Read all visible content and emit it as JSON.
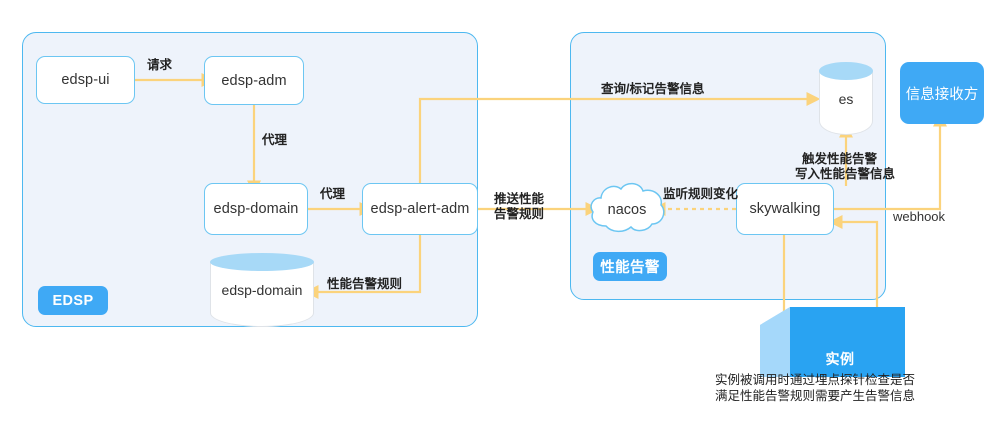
{
  "diagram": {
    "title": "EDSP performance alert architecture",
    "accent_blue": "#3fa9f5",
    "panel_fill": "#eef3fb",
    "panel_border": "#4db8f0",
    "arrow_color": "#fbd37c",
    "node_border": "#6cc6f2"
  },
  "panels": {
    "left": {
      "badge": "EDSP"
    },
    "right": {
      "badge": "性能告警"
    }
  },
  "nodes": {
    "edsp_ui": "edsp-ui",
    "edsp_adm": "edsp-adm",
    "edsp_domain_svc": "edsp-domain",
    "edsp_alert_adm": "edsp-alert-adm",
    "edsp_domain_db": "edsp-domain",
    "nacos": "nacos",
    "skywalking": "skywalking",
    "es": "es",
    "receiver": "信息接收方",
    "instance": "实例"
  },
  "edges": [
    {
      "id": "ui-to-adm",
      "label": "请求"
    },
    {
      "id": "adm-to-domain",
      "label": "代理"
    },
    {
      "id": "domain-to-alertadm",
      "label": "代理"
    },
    {
      "id": "alertadm-to-db",
      "label": "性能告警规则"
    },
    {
      "id": "alertadm-to-nacos",
      "label": "推送性能\n告警规则",
      "line1": "推送性能",
      "line2": "告警规则"
    },
    {
      "id": "alertadm-to-es",
      "label": "查询/标记告警信息"
    },
    {
      "id": "nacos-to-skywalking",
      "label": "监听规则变化",
      "style": "dashed"
    },
    {
      "id": "skywalking-to-es",
      "label": "触发性能告警\n写入性能告警信息",
      "line1": "触发性能告警",
      "line2": "写入性能告警信息"
    },
    {
      "id": "skywalking-to-receiver",
      "label": "webhook"
    },
    {
      "id": "skywalking-to-instance",
      "label": ""
    },
    {
      "id": "instance-to-skywalking",
      "label": ""
    }
  ],
  "caption": {
    "line1": "实例被调用时通过埋点探针检查是否",
    "line2": "满足性能告警规则需要产生告警信息"
  }
}
